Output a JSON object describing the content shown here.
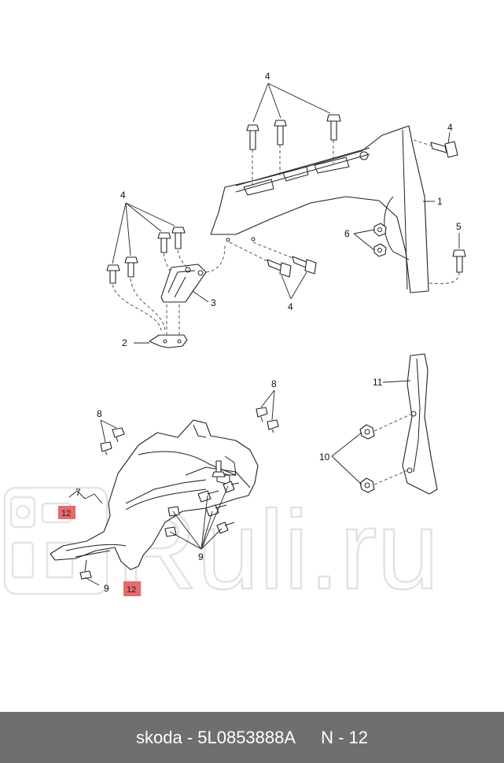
{
  "callouts": {
    "c1": "1",
    "c2": "2",
    "c3": "3",
    "c4a": "4",
    "c4b": "4",
    "c4c": "4",
    "c4d": "4",
    "c5": "5",
    "c6": "6",
    "c7": "7",
    "c8a": "8",
    "c8b": "8",
    "c9a": "9",
    "c9b": "9",
    "c10": "10",
    "c11": "11"
  },
  "badges": {
    "b1": "12",
    "b2": "12"
  },
  "watermark": "Ruli.ru",
  "colors": {
    "footer_bg": "#6f6f6f",
    "badge": "#e86a6a",
    "watermark": "#e4e4e4"
  },
  "footer": {
    "part_text": "skoda - 5L0853888A",
    "page_text": "N - 12"
  }
}
